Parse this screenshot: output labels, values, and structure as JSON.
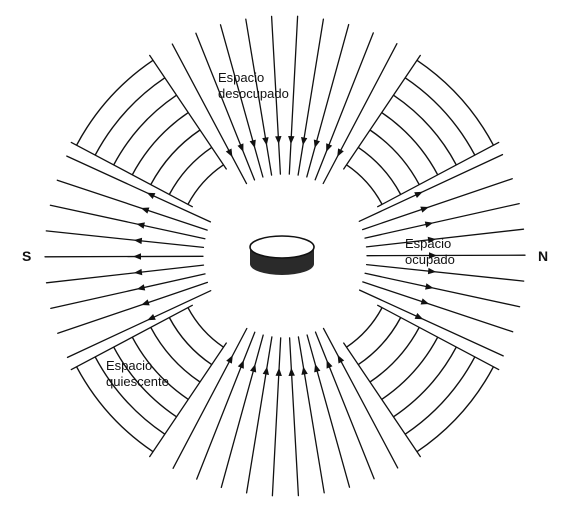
{
  "labels": {
    "pole_south": "S",
    "pole_north": "N",
    "unoccupied_1": "Espacio",
    "unoccupied_2": "desocupado",
    "occupied_1": "Espacio",
    "occupied_2": "ocupado",
    "quiescent_1": "Espacio",
    "quiescent_2": "quiescente"
  },
  "colors": {
    "ink": "#111111",
    "background": "#ffffff"
  }
}
